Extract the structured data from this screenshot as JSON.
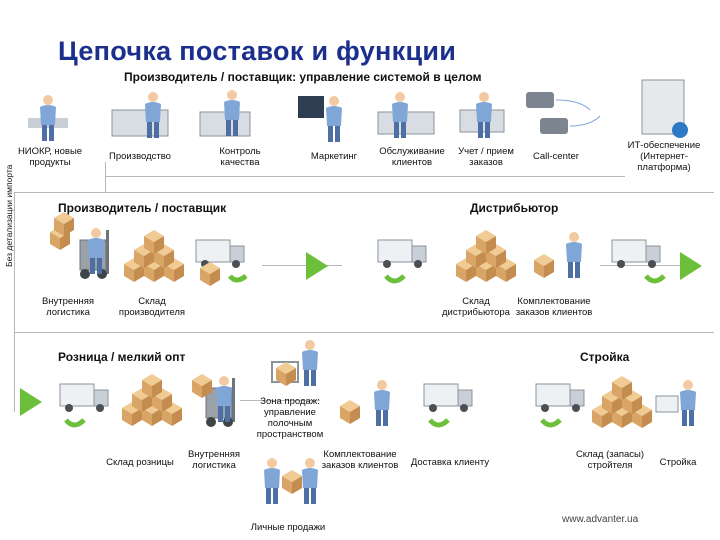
{
  "title": "Цепочка поставок и функции",
  "side_label": "Без детализации импорта",
  "website": "www.advanter.ua",
  "sections": {
    "top": "Производитель / поставщик: управление системой в целом",
    "manufacturer": "Производитель / поставщик",
    "distributor": "Дистрибьютор",
    "retail": "Розница / мелкий опт",
    "construction": "Стройка"
  },
  "top_functions": [
    "НИОКР, новые продукты",
    "Производство",
    "Контроль качества",
    "Маркетинг",
    "Обслуживание клиентов",
    "Учет / прием заказов",
    "Call-center",
    "ИТ-обеспечение (Интернет-платформа)"
  ],
  "flow_row1": [
    "Внутренняя логистика",
    "Склад производителя",
    "Склад дистрибьютора",
    "Комплектование заказов клиентов"
  ],
  "flow_row2": [
    "Склад розницы",
    "Внутренняя логистика",
    "Зона продаж: управление полочным пространством",
    "Комплектование заказов клиентов",
    "Доставка клиенту",
    "Склад (запасы) стройтеля",
    "Стройка",
    "Личные продажи"
  ],
  "colors": {
    "title": "#1c2f8c",
    "arrow_green": "#6cbf3a",
    "box_tan": "#e2b57a",
    "person_blue": "#7fa6d6",
    "machine_grey": "#9aa1a9",
    "connector_grey": "#b8b8b8"
  },
  "icons": [
    "researcher-at-desk-icon",
    "production-workers-icon",
    "quality-inspector-icon",
    "marketing-presenter-icon",
    "customer-service-operator-icon",
    "order-clerk-icon",
    "telephone-icon",
    "server-globe-icon",
    "forklift-icon",
    "box-stack-icon",
    "delivery-truck-icon",
    "green-arrow-icon",
    "order-picker-icon",
    "shopping-cart-icon",
    "builder-worker-icon",
    "salesperson-handshake-icon"
  ]
}
